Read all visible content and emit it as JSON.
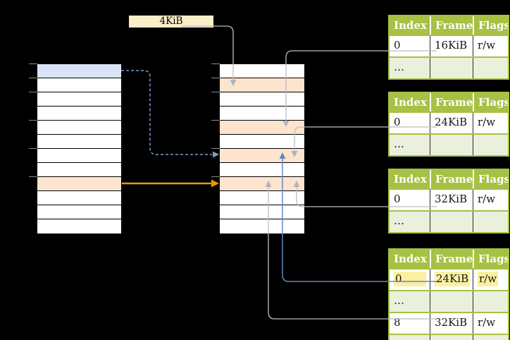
{
  "page_size_label": "4KiB",
  "virtual_memory": {
    "rows": [
      "blue",
      "white",
      "white",
      "white",
      "white",
      "white",
      "white",
      "white",
      "orange",
      "white",
      "white",
      "white"
    ]
  },
  "physical_memory": {
    "rows": [
      "white",
      "orange",
      "white",
      "white",
      "orange",
      "white",
      "orange",
      "white",
      "orange",
      "white",
      "white",
      "white"
    ]
  },
  "page_tables": [
    {
      "headers": [
        "Index",
        "Frame",
        "Flags"
      ],
      "rows": [
        {
          "cells": [
            "0",
            "16KiB",
            "r/w"
          ],
          "shaded": false,
          "highlight": false
        },
        {
          "cells": [
            "…",
            "",
            ""
          ],
          "shaded": true,
          "highlight": false
        }
      ]
    },
    {
      "headers": [
        "Index",
        "Frame",
        "Flags"
      ],
      "rows": [
        {
          "cells": [
            "0",
            "24KiB",
            "r/w"
          ],
          "shaded": false,
          "highlight": false
        },
        {
          "cells": [
            "…",
            "",
            ""
          ],
          "shaded": true,
          "highlight": false
        }
      ]
    },
    {
      "headers": [
        "Index",
        "Frame",
        "Flags"
      ],
      "rows": [
        {
          "cells": [
            "0",
            "32KiB",
            "r/w"
          ],
          "shaded": false,
          "highlight": false
        },
        {
          "cells": [
            "…",
            "",
            ""
          ],
          "shaded": true,
          "highlight": false
        }
      ]
    },
    {
      "headers": [
        "Index",
        "Frame",
        "Flags"
      ],
      "rows": [
        {
          "cells": [
            "0",
            "24KiB",
            "r/w"
          ],
          "shaded": false,
          "highlight": true
        },
        {
          "cells": [
            "…",
            "",
            ""
          ],
          "shaded": true,
          "highlight": false
        },
        {
          "cells": [
            "8",
            "32KiB",
            "r/w"
          ],
          "shaded": false,
          "highlight": false
        },
        {
          "cells": [
            "…",
            "",
            ""
          ],
          "shaded": true,
          "highlight": false
        }
      ]
    }
  ],
  "arrows": [
    {
      "name": "label-to-frame-arrow",
      "from": "page-size-label",
      "to": "physical-frame-1",
      "style": "gray"
    },
    {
      "name": "pt1-entry0-to-frame-arrow",
      "from": "page-table-1 frame 16KiB",
      "to": "physical-frame-4",
      "style": "gray"
    },
    {
      "name": "pt2-entry0-to-frame-arrow",
      "from": "page-table-2 frame 24KiB",
      "to": "physical-frame-6",
      "style": "gray"
    },
    {
      "name": "pt3-entry0-to-frame-arrow",
      "from": "page-table-3 frame 32KiB",
      "to": "physical-frame-8",
      "style": "gray"
    },
    {
      "name": "pt4-entry0-to-frame-arrow",
      "from": "page-table-4 frame 24KiB",
      "to": "physical-frame-6",
      "style": "blue"
    },
    {
      "name": "pt4-entry8-to-frame-arrow",
      "from": "page-table-4 frame 32KiB",
      "to": "physical-frame-8",
      "style": "gray"
    },
    {
      "name": "virtual-blue-page-translation-arrow",
      "from": "virtual-page-0",
      "to": "physical-frame-6",
      "style": "blue-dashed"
    },
    {
      "name": "virtual-orange-page-translation-arrow",
      "from": "virtual-page-8",
      "to": "physical-frame-8",
      "style": "orange"
    }
  ],
  "palette": {
    "background": "#000000",
    "memory_white": "#ffffff",
    "memory_blue": "#d9e5f6",
    "memory_orange": "#fce4ce",
    "label_bg": "#fbeec8",
    "table_green": "#a6c143",
    "table_row_shaded": "#eaf0dc",
    "body_text": "#151515",
    "highlight_yellow": "#faf0a0",
    "line_gray": "#b9bcc2",
    "arrow_gray": "#aeb4be",
    "line_blue": "#6788bc",
    "line_blue_dashed": "#7e9cc8",
    "arrow_orange": "#e09c00",
    "tick_gray": "#8a8a8a"
  }
}
